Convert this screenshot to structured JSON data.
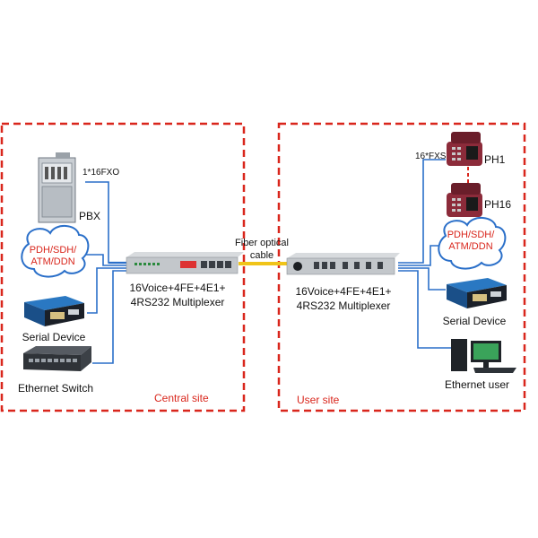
{
  "central": {
    "site_label": "Central site",
    "pbx_port_label": "1*16FXO",
    "pbx_label": "PBX",
    "cloud": [
      "PDH/SDH/",
      "ATM/DDN"
    ],
    "serial_label": "Serial Device",
    "switch_label": "Ethernet Switch",
    "mux_label": [
      "16Voice+4FE+4E1+",
      "4RS232 Multiplexer"
    ]
  },
  "link": {
    "label": [
      "Fiber optical",
      "cable"
    ]
  },
  "user": {
    "site_label": "User site",
    "phone_port_label": "16*FXS",
    "phone1_label": "PH1",
    "phone16_label": "PH16",
    "cloud": [
      "PDH/SDH/",
      "ATM/DDN"
    ],
    "serial_label": "Serial Device",
    "ethernet_user_label": "Ethernet user",
    "mux_label": [
      "16Voice+4FE+4E1+",
      "4RS232 Multiplexer"
    ]
  },
  "colors": {
    "site_border": "#d9261c",
    "link_line": "#2a6fc9",
    "fiber": "#f0c419",
    "cloud_text": "#d9261c"
  }
}
